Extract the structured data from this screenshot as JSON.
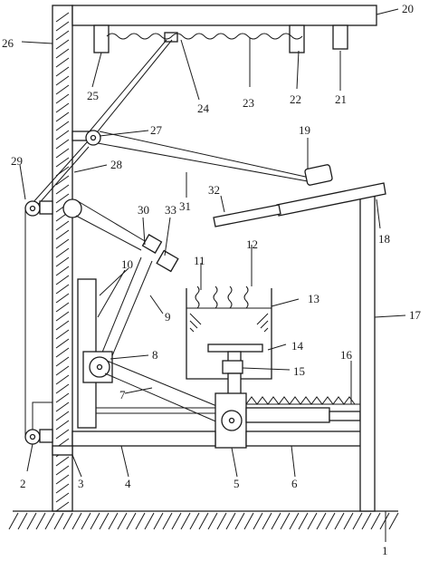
{
  "labels": {
    "n1": "1",
    "n2": "2",
    "n3": "3",
    "n4": "4",
    "n5": "5",
    "n6": "6",
    "n7": "7",
    "n8": "8",
    "n9": "9",
    "n10": "10",
    "n11": "11",
    "n12": "12",
    "n13": "13",
    "n14": "14",
    "n15": "15",
    "n16": "16",
    "n17": "17",
    "n18": "18",
    "n19": "19",
    "n20": "20",
    "n21": "21",
    "n22": "22",
    "n23": "23",
    "n24": "24",
    "n25": "25",
    "n26": "26",
    "n27": "27",
    "n28": "28",
    "n29": "29",
    "n30": "30",
    "n31": "31",
    "n32": "32",
    "n33": "33"
  },
  "colors": {
    "ink": "#1a1a1a",
    "paper": "#ffffff"
  }
}
